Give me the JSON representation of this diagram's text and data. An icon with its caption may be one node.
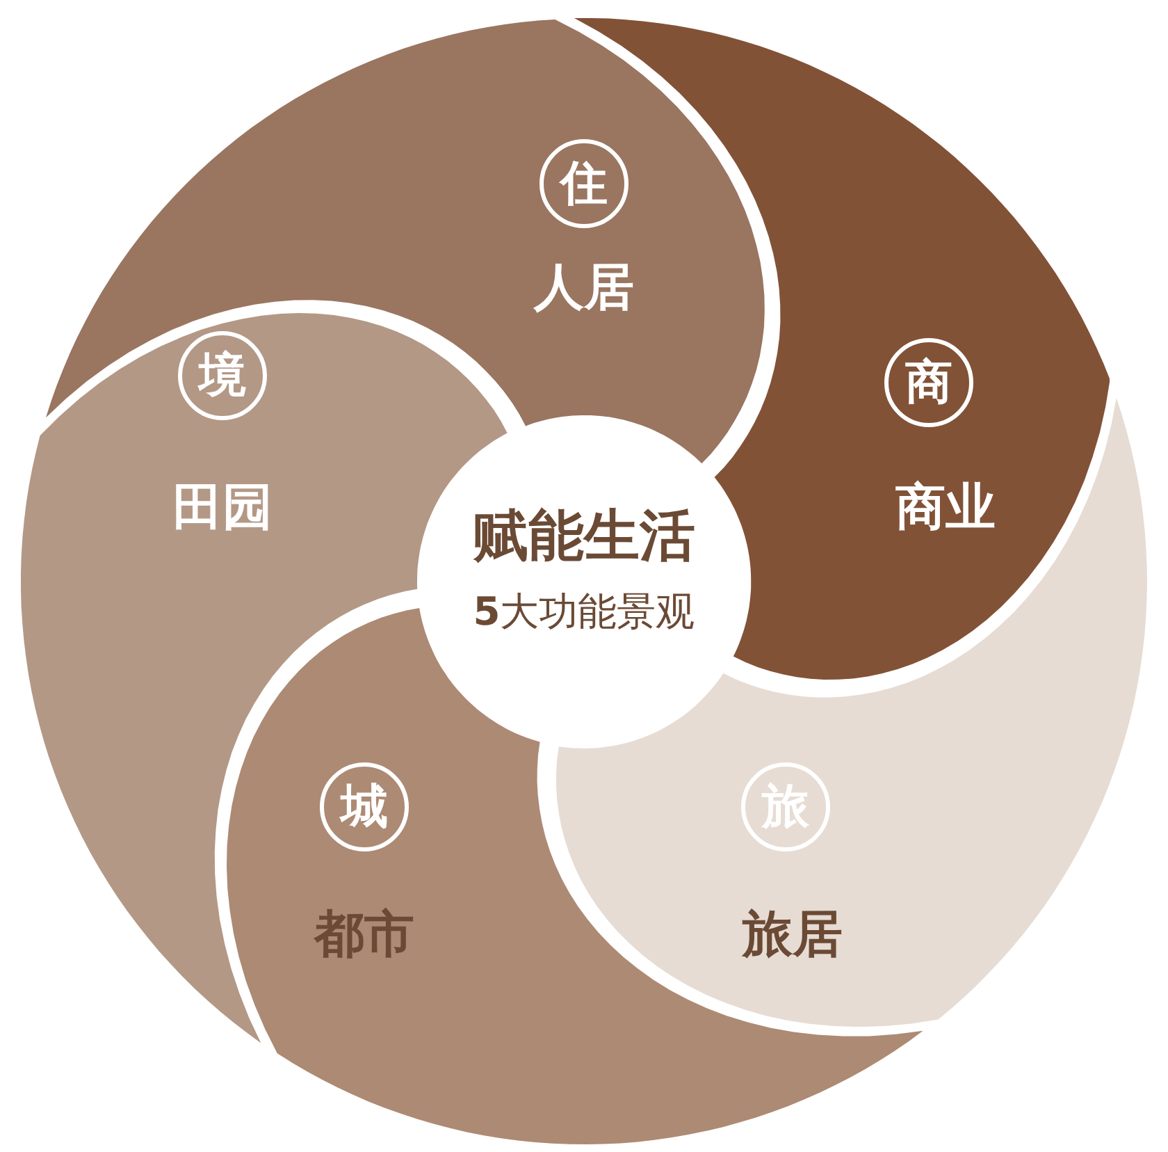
{
  "diagram": {
    "nodes": [
      {
        "text": [
          "住",
          "人居"
        ]
      },
      {
        "text": [
          "商",
          "商业"
        ]
      },
      {
        "text": [
          "旅",
          "旅居"
        ]
      },
      {
        "text": [
          "城",
          "都市"
        ]
      },
      {
        "text": [
          "境",
          "田园"
        ]
      }
    ],
    "labels": [
      "赋能生活",
      "**5**大功能景观"
    ]
  }
}
